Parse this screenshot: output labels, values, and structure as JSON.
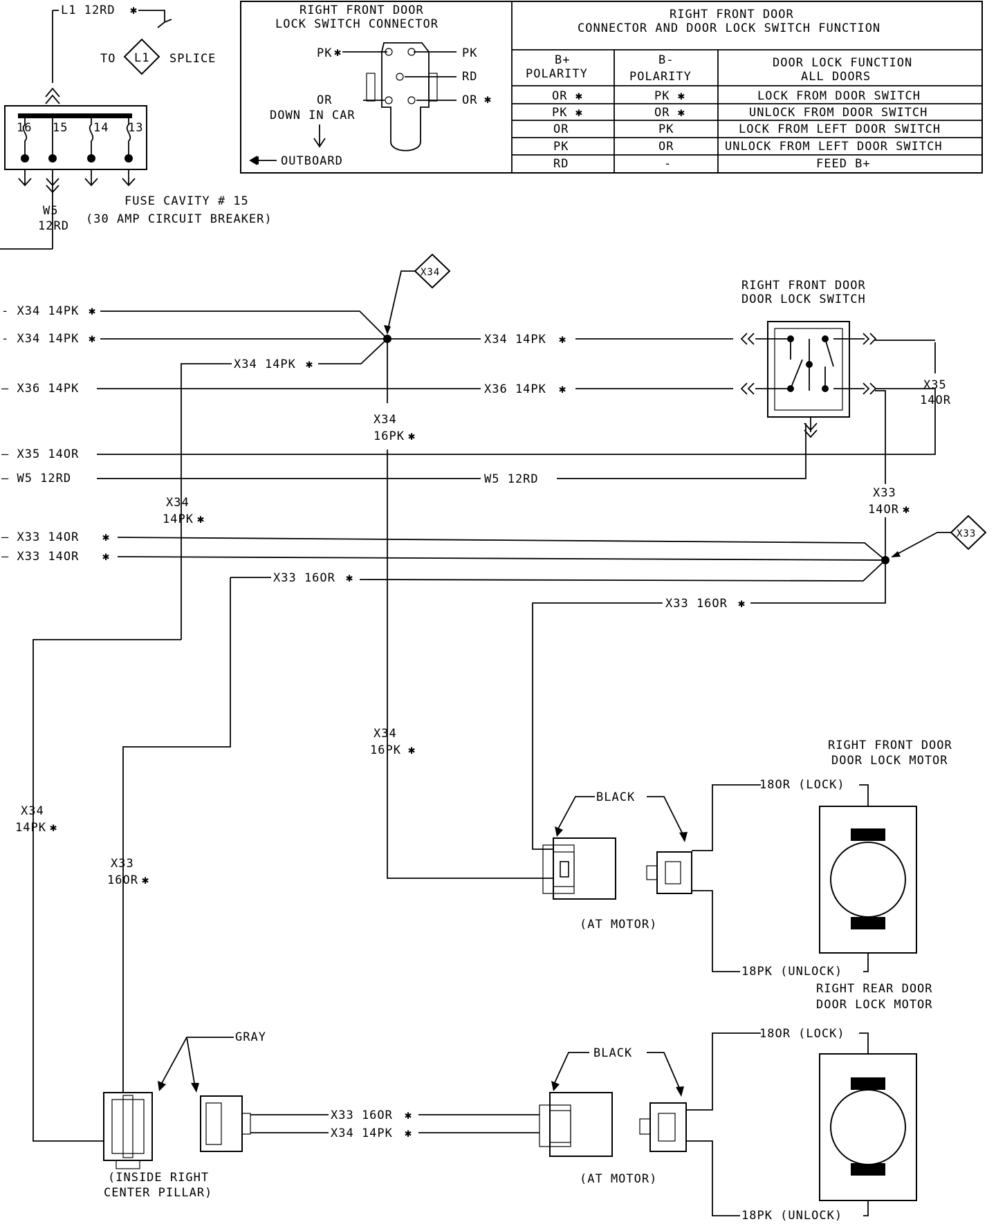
{
  "top": {
    "l1_label": "L1 12RD",
    "to": "TO",
    "splice_id": "L1",
    "splice": "SPLICE",
    "fuse_numbers": [
      "16",
      "15",
      "14",
      "13"
    ],
    "w5_wire_a": "W5",
    "w5_wire_b": "12RD",
    "fuse_caption_1": "FUSE CAVITY # 15",
    "fuse_caption_2": "(30 AMP CIRCUIT BREAKER)"
  },
  "connector_box": {
    "title_1": "RIGHT FRONT DOOR",
    "title_2": "LOCK SWITCH CONNECTOR",
    "pin_pk_left": "PK",
    "pin_pk_right": "PK",
    "pin_rd": "RD",
    "pin_or_left": "OR",
    "pin_or_right": "OR",
    "down_in_car": "DOWN IN CAR",
    "outboard": "OUTBOARD"
  },
  "function_table": {
    "title_1": "RIGHT FRONT DOOR",
    "title_2": "CONNECTOR AND DOOR LOCK SWITCH FUNCTION",
    "headers": [
      [
        "B+",
        "POLARITY"
      ],
      [
        "B-",
        "POLARITY"
      ],
      [
        "DOOR LOCK FUNCTION",
        "ALL DOORS"
      ]
    ],
    "rows": [
      [
        "OR ✱",
        "PK ✱",
        "LOCK FROM DOOR SWITCH"
      ],
      [
        "PK ✱",
        "OR ✱",
        "UNLOCK FROM DOOR SWITCH"
      ],
      [
        "OR",
        "PK",
        "LOCK FROM LEFT DOOR SWITCH"
      ],
      [
        "PK",
        "OR",
        "UNLOCK FROM LEFT DOOR SWITCH"
      ],
      [
        "RD",
        "-",
        "FEED B+"
      ]
    ]
  },
  "left_wires": [
    "- X34 14PK",
    "- X34 14PK",
    "– X36 14PK",
    "– X35 14OR",
    "– W5 12RD",
    "— X33 14OR",
    "— X33 14OR"
  ],
  "splices": {
    "x34": "X34",
    "x33": "X33"
  },
  "wire_labels": {
    "x34_14pk_branch": "X34 14PK",
    "x34_14pk_to_switch": "X34 14PK",
    "x36_14pk_to_switch": "X36 14PK",
    "x34_16pk_a": "X34",
    "x34_16pk_b": "16PK",
    "w5_12rd_mid": "W5 12RD",
    "x34_14pk_vert_a": "X34",
    "x34_14pk_vert_b": "14PK",
    "x35_a": "X35",
    "x35_b": "14OR",
    "x33_14or_a": "X33",
    "x33_14or_b": "14OR",
    "x33_16or_left": "X33 16OR",
    "x33_16or_right": "X33 16OR",
    "x34_16pk_lower_a": "X34",
    "x34_16pk_lower_b": "16PK",
    "x34_14pk_far_a": "X34",
    "x34_14pk_far_b": "14PK",
    "x33_16or_vert_a": "X33",
    "x33_16or_vert_b": "16OR",
    "x33_16or_bottom": "X33 16OR",
    "x34_14pk_bottom": "X34 14PK"
  },
  "switch": {
    "title_1": "RIGHT FRONT DOOR",
    "title_2": "DOOR LOCK SWITCH"
  },
  "front_motor": {
    "title_1": "RIGHT FRONT DOOR",
    "title_2": "DOOR LOCK MOTOR",
    "lock": "18OR (LOCK)",
    "unlock": "18PK (UNLOCK)",
    "black": "BLACK",
    "at_motor": "(AT MOTOR)"
  },
  "rear_motor": {
    "title_1": "RIGHT REAR DOOR",
    "title_2": "DOOR LOCK MOTOR",
    "lock": "18OR (LOCK)",
    "unlock": "18PK (UNLOCK)",
    "black": "BLACK",
    "at_motor": "(AT MOTOR)"
  },
  "pillar": {
    "gray": "GRAY",
    "caption_1": "(INSIDE RIGHT",
    "caption_2": "CENTER PILLAR)"
  }
}
